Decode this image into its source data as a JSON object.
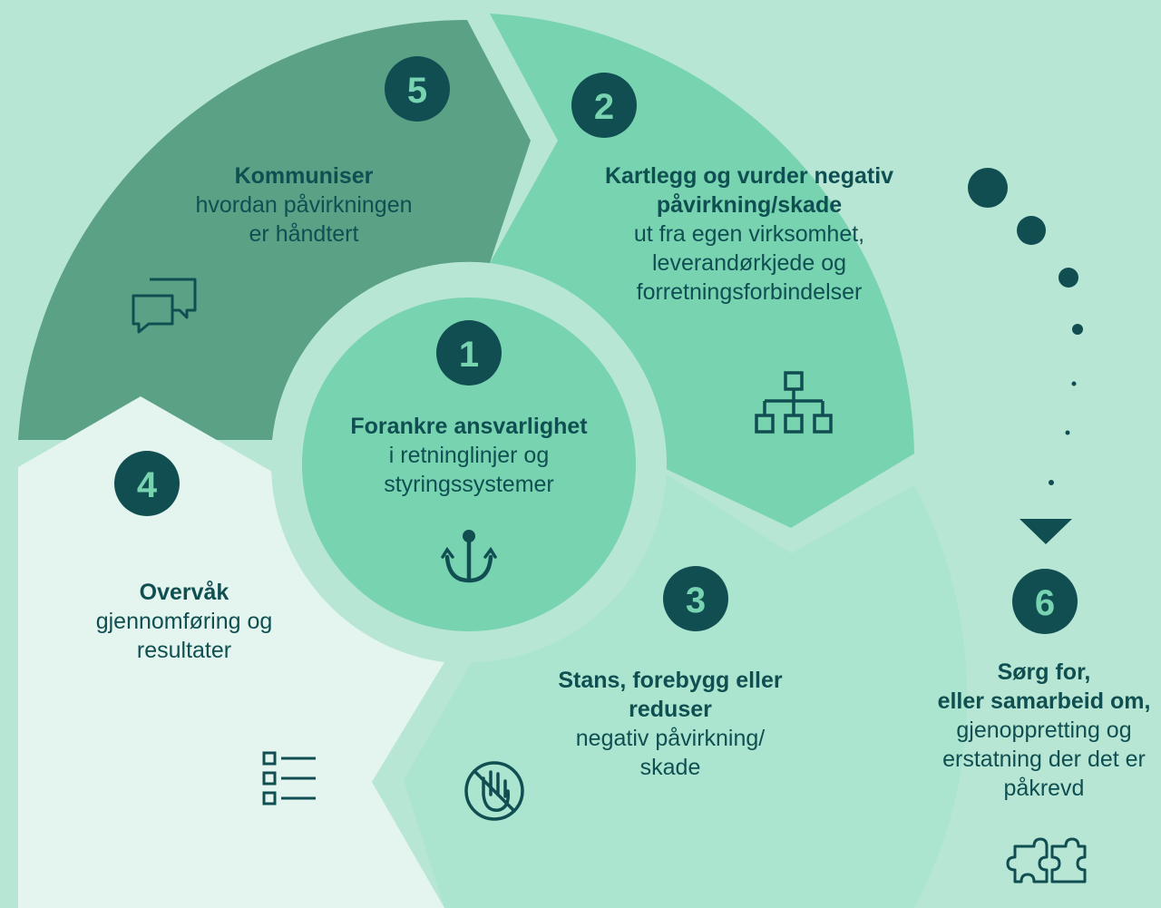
{
  "colors": {
    "background": "#b8e6d4",
    "segment_5": "#5ba186",
    "segment_2": "#78d3b1",
    "segment_3": "#ace5cf",
    "segment_4": "#e3f5ee",
    "center": "#78d3b1",
    "ring": "#b8e6d4",
    "badge": "#114e52",
    "badge_text": "#78d3b1",
    "text": "#0f4f52"
  },
  "steps": {
    "s1": {
      "number": "1",
      "title": "Forankre ansvarlighet",
      "line1": "i retninglinjer og",
      "line2": "styringssystemer",
      "icon": "anchor-icon"
    },
    "s2": {
      "number": "2",
      "title1": "Kartlegg og vurder negativ",
      "title2": "påvirkning/skade",
      "line1": "ut fra egen virksomhet,",
      "line2": "leverandørkjede og",
      "line3": "forretningsforbindelser",
      "icon": "org-chart-icon"
    },
    "s3": {
      "number": "3",
      "title1": "Stans, forebygg eller",
      "title2": "reduser",
      "line1": "negativ påvirkning/",
      "line2": "skade",
      "icon": "stop-hand-icon"
    },
    "s4": {
      "number": "4",
      "title": "Overvåk",
      "line1": "gjennomføring og",
      "line2": "resultater",
      "icon": "checklist-icon"
    },
    "s5": {
      "number": "5",
      "title": "Kommuniser",
      "line1": "hvordan påvirkningen",
      "line2": "er håndtert",
      "icon": "chat-bubbles-icon"
    },
    "s6": {
      "number": "6",
      "title1": "Sørg for,",
      "title2": "eller samarbeid om,",
      "line1": "gjenoppretting og",
      "line2": "erstatning der det er",
      "line3": "påkrevd",
      "icon": "puzzle-icon"
    }
  }
}
